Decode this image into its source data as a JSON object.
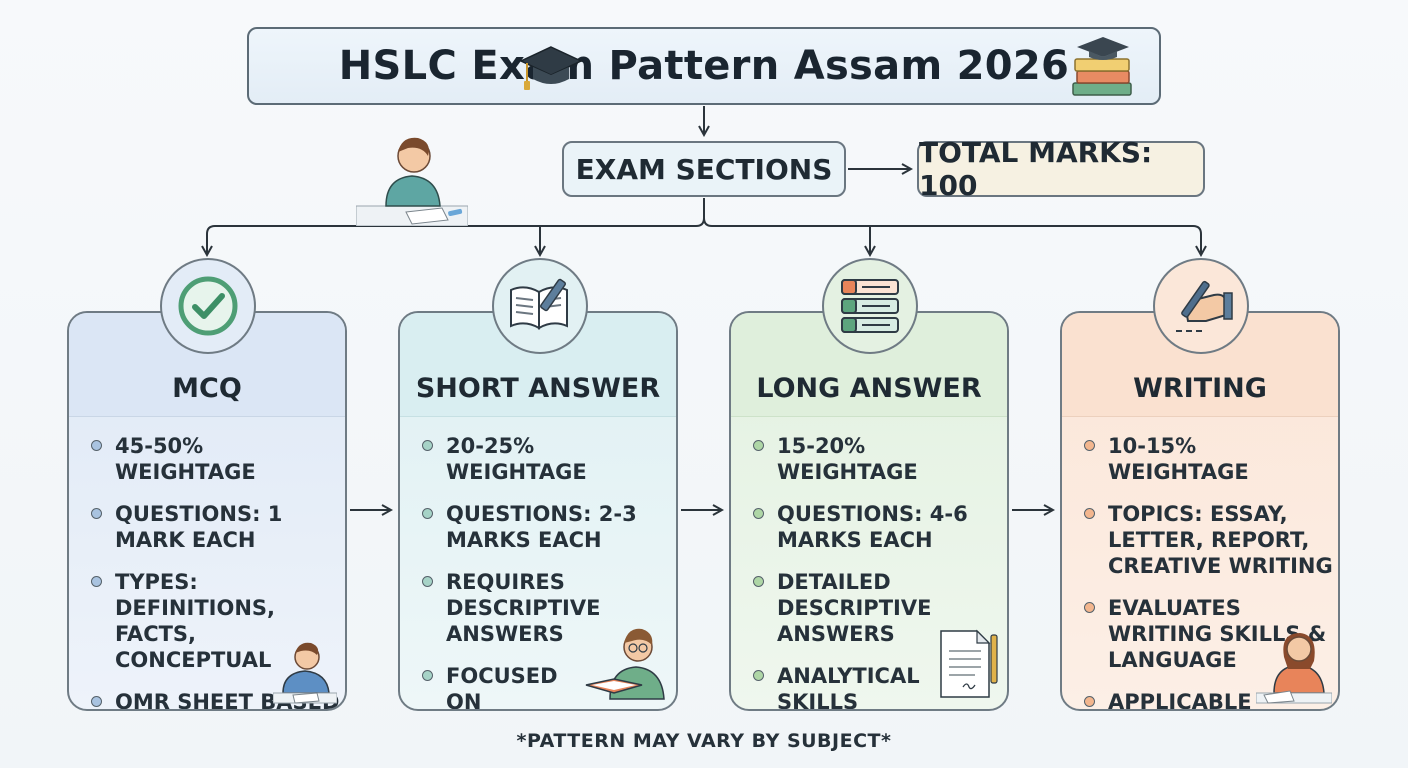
{
  "title": "HSLC Exam Pattern Assam 2026",
  "sections_label": "EXAM SECTIONS",
  "total_marks_label": "TOTAL MARKS: 100",
  "footnote": "*PATTERN MAY VARY BY SUBJECT*",
  "cards": [
    {
      "title": "MCQ",
      "icon": "check-circle-icon",
      "accent": "#a9c3e0",
      "items": [
        "45-50% WEIGHTAGE",
        "QUESTIONS: 1 MARK EACH",
        "TYPES: DEFINITIONS, FACTS, CONCEPTUAL",
        "OMR SHEET BASED"
      ]
    },
    {
      "title": "SHORT ANSWER",
      "icon": "open-book-pencil-icon",
      "accent": "#a6d3c7",
      "items": [
        "20-25% WEIGHTAGE",
        "QUESTIONS: 2-3 MARKS EACH",
        "REQUIRES DESCRIPTIVE ANSWERS",
        "FOCUSED ON EXPLAINING CONCEPTS"
      ]
    },
    {
      "title": "LONG ANSWER",
      "icon": "stacked-list-icon",
      "accent": "#aed6a6",
      "items": [
        "15-20% WEIGHTAGE",
        "QUESTIONS: 4-6 MARKS EACH",
        "DETAILED DESCRIPTIVE ANSWERS",
        "ANALYTICAL SKILLS"
      ]
    },
    {
      "title": "WRITING",
      "icon": "hand-writing-icon",
      "accent": "#f3b68e",
      "items": [
        "10-15% WEIGHTAGE",
        "TOPICS: ESSAY, LETTER, REPORT, CREATIVE WRITING",
        "EVALUATES WRITING SKILLS & LANGUAGE",
        "APPLICABLE TO LANGUAGES"
      ]
    }
  ]
}
